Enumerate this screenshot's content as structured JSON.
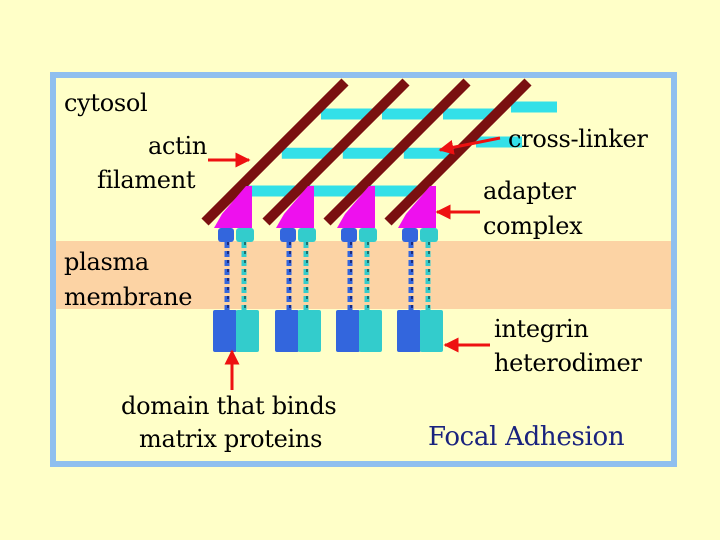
{
  "labels": {
    "cytosol": "cytosol",
    "actin_filament": [
      "actin",
      "filament"
    ],
    "cross_linker": "cross-linker",
    "adapter_complex": [
      "adapter",
      "complex"
    ],
    "plasma_membrane": [
      "plasma",
      "membrane"
    ],
    "integrin_heterodimer": [
      "integrin",
      "heterodimer"
    ],
    "binding_domain": [
      "domain that binds",
      "matrix proteins"
    ],
    "title": "Focal Adhesion"
  },
  "colors": {
    "page_background": "#ffffc8",
    "frame_border": "#8fbfef",
    "membrane": "#fcd3a4",
    "actin": "#7a1010",
    "cross_linker": "#33e0e8",
    "adapter": "#ee10ee",
    "integrin_alpha": "#3366dd",
    "integrin_beta": "#33cccc",
    "arrow": "#ee1111",
    "title_text": "#1a237e"
  },
  "repeat_counts": {
    "actin_filaments": 4,
    "integrin_heterodimers": 4
  }
}
